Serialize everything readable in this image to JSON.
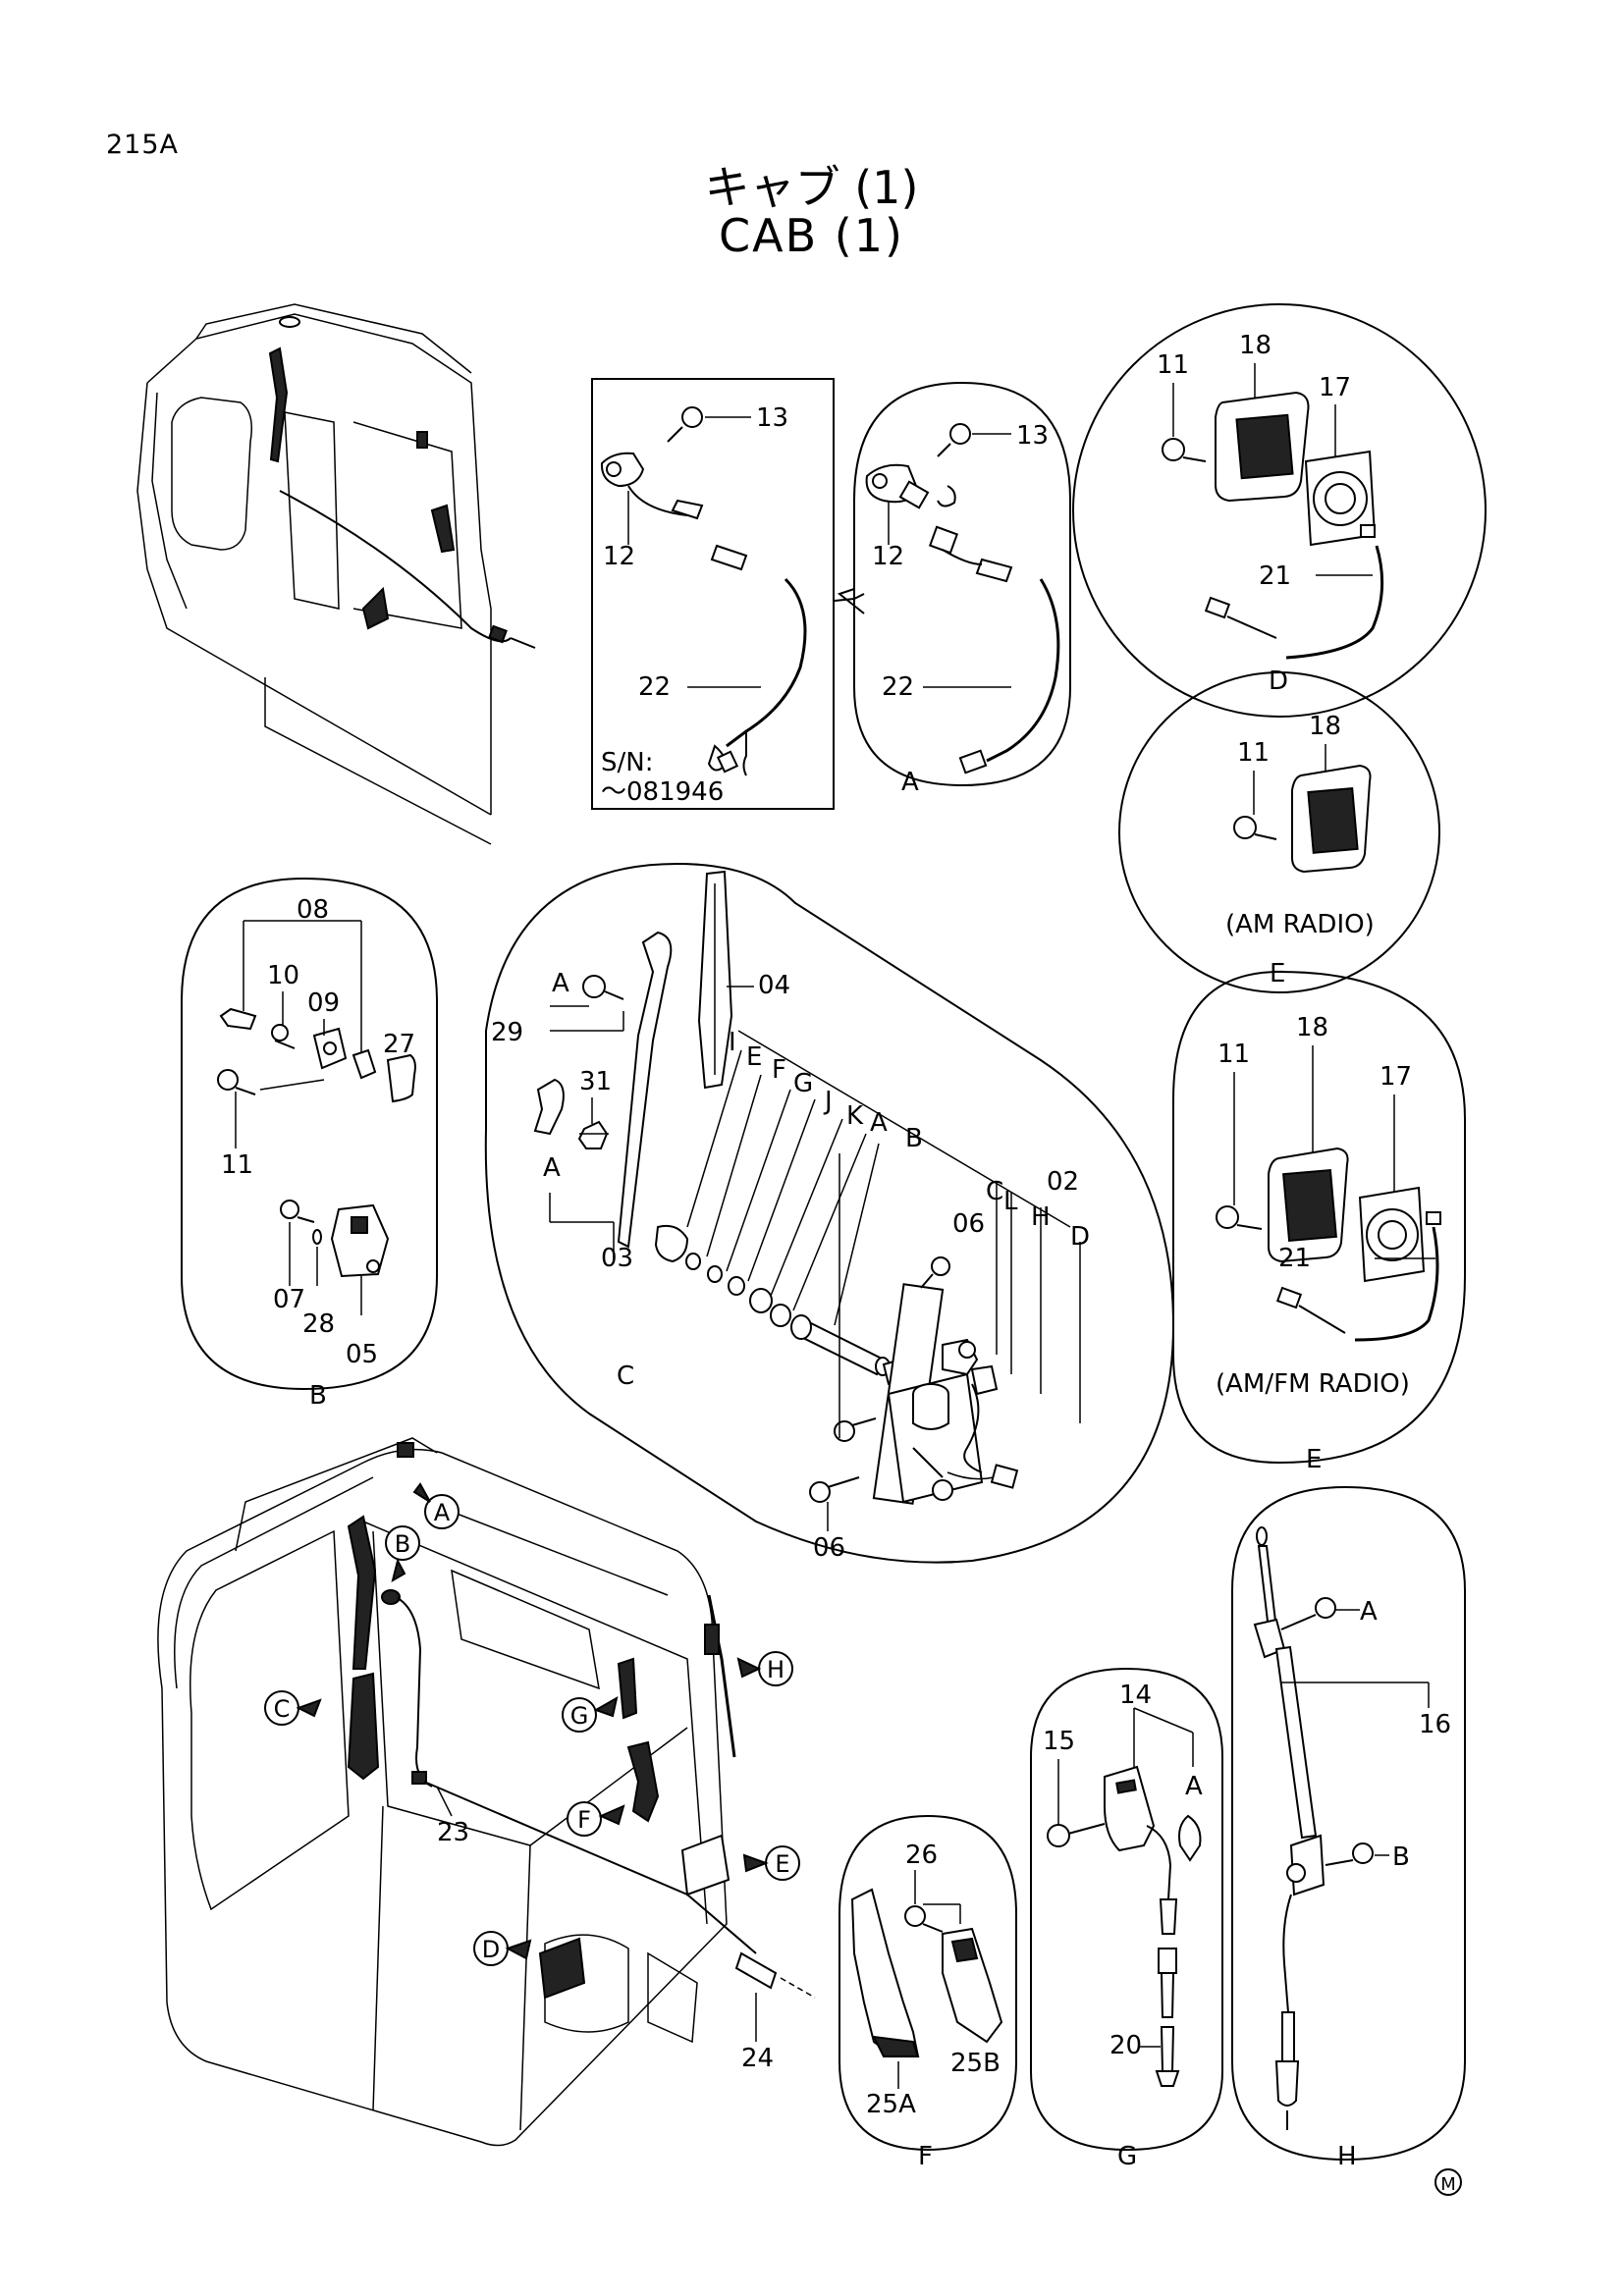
{
  "page_id": "215A",
  "title_jp": "キャブ (1)",
  "title_en": "CAB (1)",
  "serial_note": {
    "line1": "S/N:",
    "line2": "～081946"
  },
  "detail_labels": {
    "A": "A",
    "B": "B",
    "C": "C",
    "D": "D",
    "E": "E",
    "F": "F",
    "G": "G",
    "H": "H"
  },
  "radio_labels": {
    "am": "(AM RADIO)",
    "amfm": "(AM/FM RADIO)"
  },
  "parts": {
    "p02": "02",
    "p03": "03",
    "p04": "04",
    "p05": "05",
    "p06": "06",
    "p07": "07",
    "p08": "08",
    "p09": "09",
    "p10": "10",
    "p11": "11",
    "p12": "12",
    "p13": "13",
    "p14": "14",
    "p15": "15",
    "p16": "16",
    "p17": "17",
    "p18": "18",
    "p20": "20",
    "p21": "21",
    "p22": "22",
    "p23": "23",
    "p24": "24",
    "p25A": "25A",
    "p25B": "25B",
    "p26": "26",
    "p27": "27",
    "p28": "28",
    "p29": "29",
    "p31": "31"
  },
  "letters": {
    "E": "E",
    "F": "F",
    "G": "G",
    "J": "J",
    "K": "K",
    "A": "A",
    "B": "B",
    "C": "C",
    "L": "L",
    "H": "H",
    "D": "D",
    "I": "I"
  },
  "footer_mark": "M"
}
